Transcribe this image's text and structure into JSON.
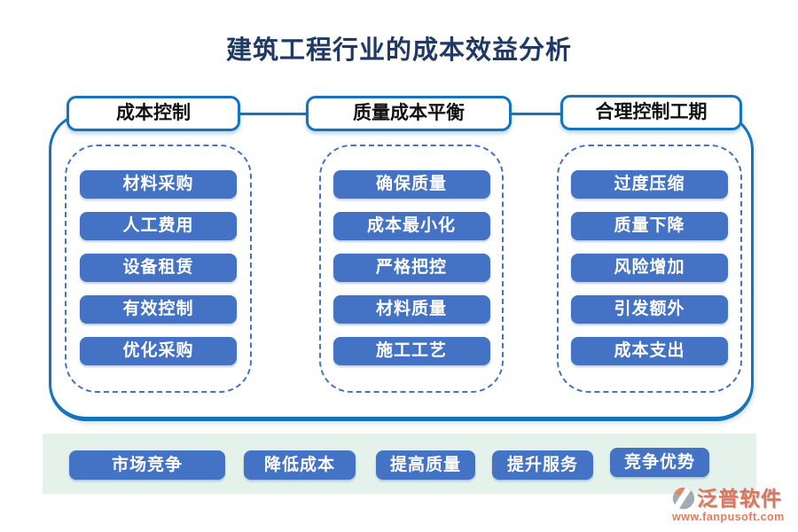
{
  "title": "建筑工程行业的成本效益分析",
  "columns": [
    {
      "header": "成本控制",
      "items": [
        "材料采购",
        "人工费用",
        "设备租赁",
        "有效控制",
        "优化采购"
      ]
    },
    {
      "header": "质量成本平衡",
      "items": [
        "确保质量",
        "成本最小化",
        "严格把控",
        "材料质量",
        "施工工艺"
      ]
    },
    {
      "header": "合理控制工期",
      "items": [
        "过度压缩",
        "质量下降",
        "风险增加",
        "引发额外",
        "成本支出"
      ]
    }
  ],
  "footer_items": [
    "市场竞争",
    "降低成本",
    "提高质量",
    "提升服务",
    "竞争优势"
  ],
  "logo": {
    "name": "泛普软件",
    "url": "www.fanpusoft.com"
  },
  "colors": {
    "accent_blue": "#4472C4",
    "line_blue": "#1673BE",
    "title_navy": "#1F3864",
    "strip_green": "#E5F2EB",
    "logo_orange": "#D8694A"
  }
}
